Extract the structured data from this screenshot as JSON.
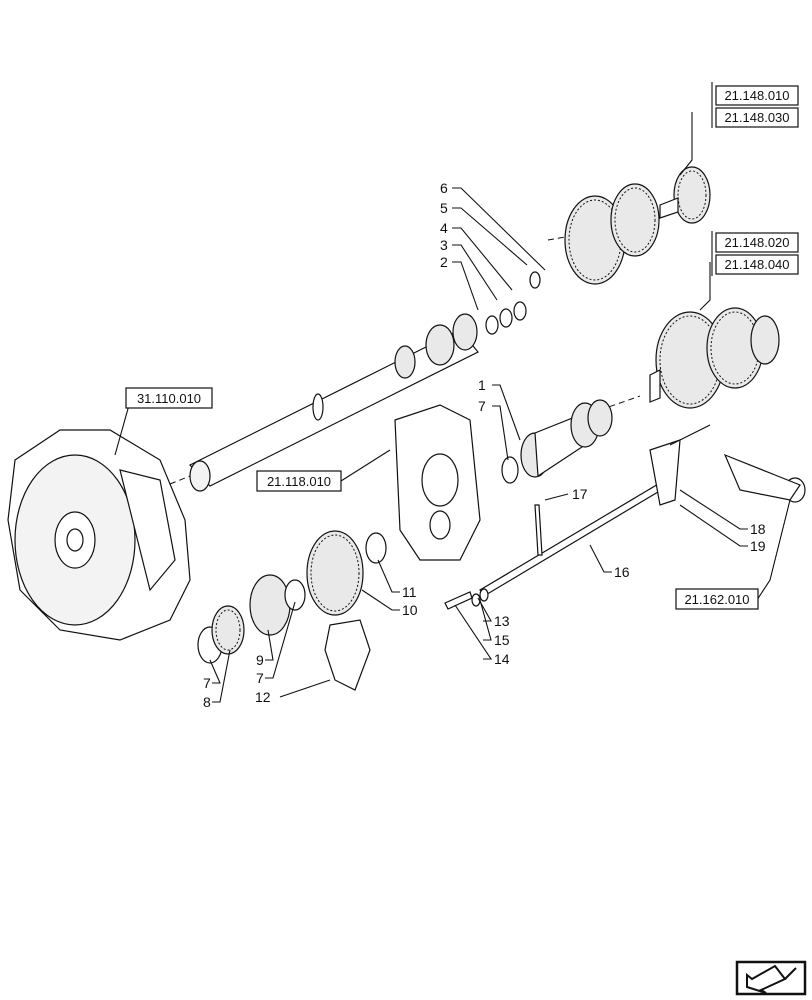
{
  "references": {
    "ref_148_010": "21.148.010",
    "ref_148_030": "21.148.030",
    "ref_148_020": "21.148.020",
    "ref_148_040": "21.148.040",
    "ref_110_010": "31.110.010",
    "ref_118_010": "21.118.010",
    "ref_162_010": "21.162.010"
  },
  "callouts": {
    "c6": "6",
    "c5": "5",
    "c4": "4",
    "c3": "3",
    "c2": "2",
    "c1": "1",
    "c7a": "7",
    "c17": "17",
    "c18": "18",
    "c19": "19",
    "c16": "16",
    "c11": "11",
    "c10": "10",
    "c13": "13",
    "c15": "15",
    "c14": "14",
    "c9": "9",
    "c7b": "7",
    "c7c": "7",
    "c8": "8",
    "c12": "12"
  },
  "nav": {
    "icon": "previous-page-arrow-icon"
  }
}
